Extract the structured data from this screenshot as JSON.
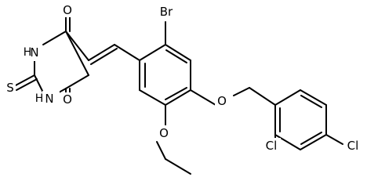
{
  "molecule": {
    "atom_labels": {
      "o_top": "O",
      "o_bottom": "O",
      "nh_top": "H\nN",
      "nh_bottom": "N\nH",
      "s": "S",
      "br": "Br",
      "o_ether_benzyl": "O",
      "o_ethoxy": "O",
      "cl_ortho": "Cl",
      "cl_para": "Cl"
    }
  },
  "colors": {
    "bond": "#000000",
    "background": "#ffffff"
  }
}
